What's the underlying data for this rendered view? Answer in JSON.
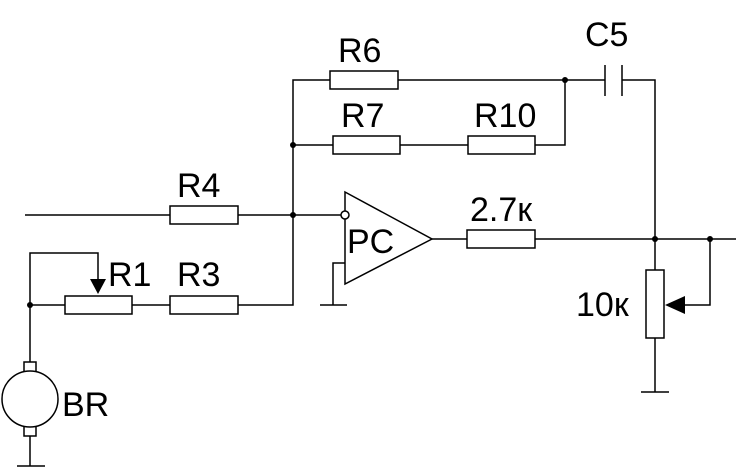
{
  "labels": {
    "r6": "R6",
    "r7": "R7",
    "r10": "R10",
    "c5": "C5",
    "r4": "R4",
    "pc": "PC",
    "r_out": "2.7к",
    "r1": "R1",
    "r3": "R3",
    "pot": "10к",
    "br": "BR"
  }
}
